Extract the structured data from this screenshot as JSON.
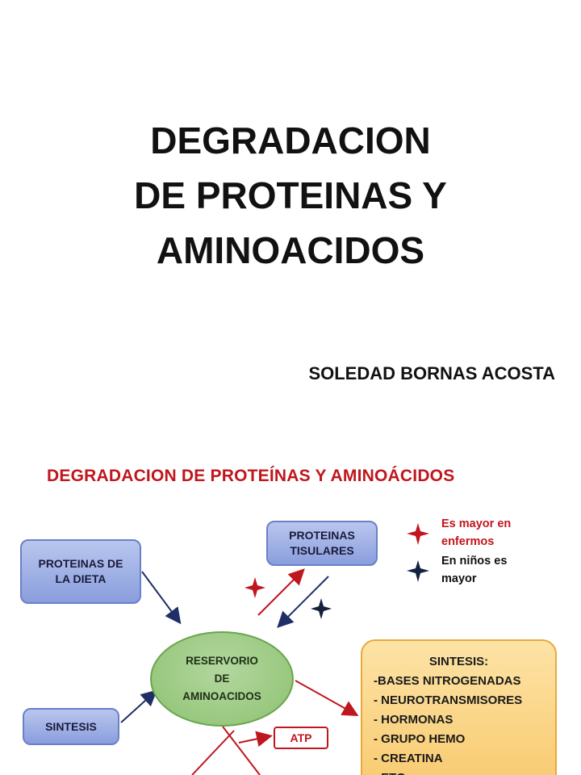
{
  "slide1": {
    "title_lines": [
      "DEGRADACION",
      "DE PROTEINAS Y",
      "AMINOACIDOS"
    ],
    "author": "SOLEDAD BORNAS ACOSTA"
  },
  "slide2": {
    "title": "DEGRADACION DE PROTEÍNAS Y AMINOÁCIDOS",
    "proteinas_dieta": [
      "PROTEINAS DE",
      "LA DIETA"
    ],
    "proteinas_tisulares": [
      "PROTEINAS",
      "TISULARES"
    ],
    "sintesis_left": "SINTESIS",
    "reservorio": [
      "RESERVORIO",
      "DE",
      "AMINOACIDOS"
    ],
    "atp": "ATP",
    "legend": {
      "red": [
        "Es mayor en",
        "enfermos"
      ],
      "dark": [
        "En niños es",
        "mayor"
      ],
      "red_color": "#c0161d",
      "dark_color": "#14213d"
    },
    "sintesis_box": {
      "heading": "SINTESIS:",
      "items": [
        "-BASES  NITROGENADAS",
        "- NEUROTRANSMISORES",
        "- HORMONAS",
        "- GRUPO HEMO",
        "- CREATINA",
        "- ETC..."
      ]
    }
  }
}
